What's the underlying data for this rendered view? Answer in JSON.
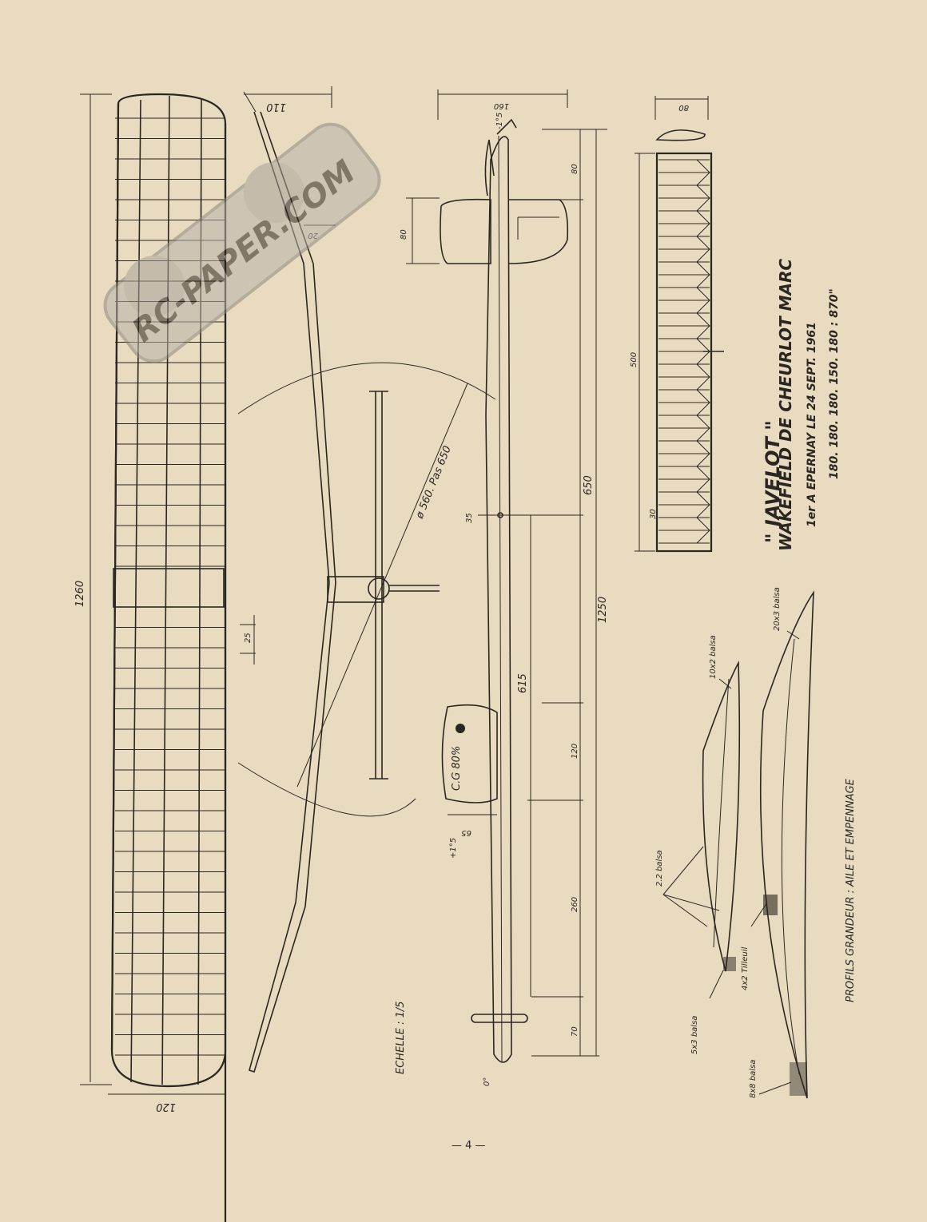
{
  "title": "\" JAVELOT \"",
  "subtitle": "WAKEFIELD DE CHEURLOT MARC",
  "result_line": "1er A EPERNAY LE 24 SEPT. 1961",
  "motor_line": "180. 180. 180. 150. 180 : 870\"",
  "scale_label": "ECHELLE : 1/5",
  "profiles_label": "PROFILS GRANDEUR : AILE ET EMPENNAGE",
  "page_number": "— 4 —",
  "watermark": "RC-PAPER.COM",
  "wing": {
    "span_label": "1260",
    "tip_chord_top_label": "110",
    "tip_chord_bottom_label": "120",
    "rib_spacing_label": "25",
    "dihedral_label": "20",
    "prop_diameter_label": "ø 560. Pas 650"
  },
  "fuselage": {
    "nose_width_label": "160",
    "nose_incidence_label": "-1°5",
    "fin_height_label": "80",
    "fin_top_label": "80",
    "front_length_label": "650",
    "total_length_label": "1250",
    "rear_length_label": "615",
    "mid_segment_label": "120",
    "tail_segment_label": "260",
    "tail_end_label": "70",
    "pylon_label": "35",
    "cg_label": "C.G 80%",
    "cg_width_label": "65",
    "wing_incidence_label": "+1°5",
    "tail_incidence_label": "0°"
  },
  "stabilizer": {
    "chord_label": "80",
    "span_label": "500",
    "root_label": "30"
  },
  "profile_notes": {
    "wing_leading": "10x2 balsa",
    "tail_leading": "20x3 balsa",
    "ribs": "2.2 balsa",
    "spar": "4x2 Tilleuil",
    "wing_trailing": "5x3 balsa",
    "tail_trailing": "8x8 balsa"
  }
}
